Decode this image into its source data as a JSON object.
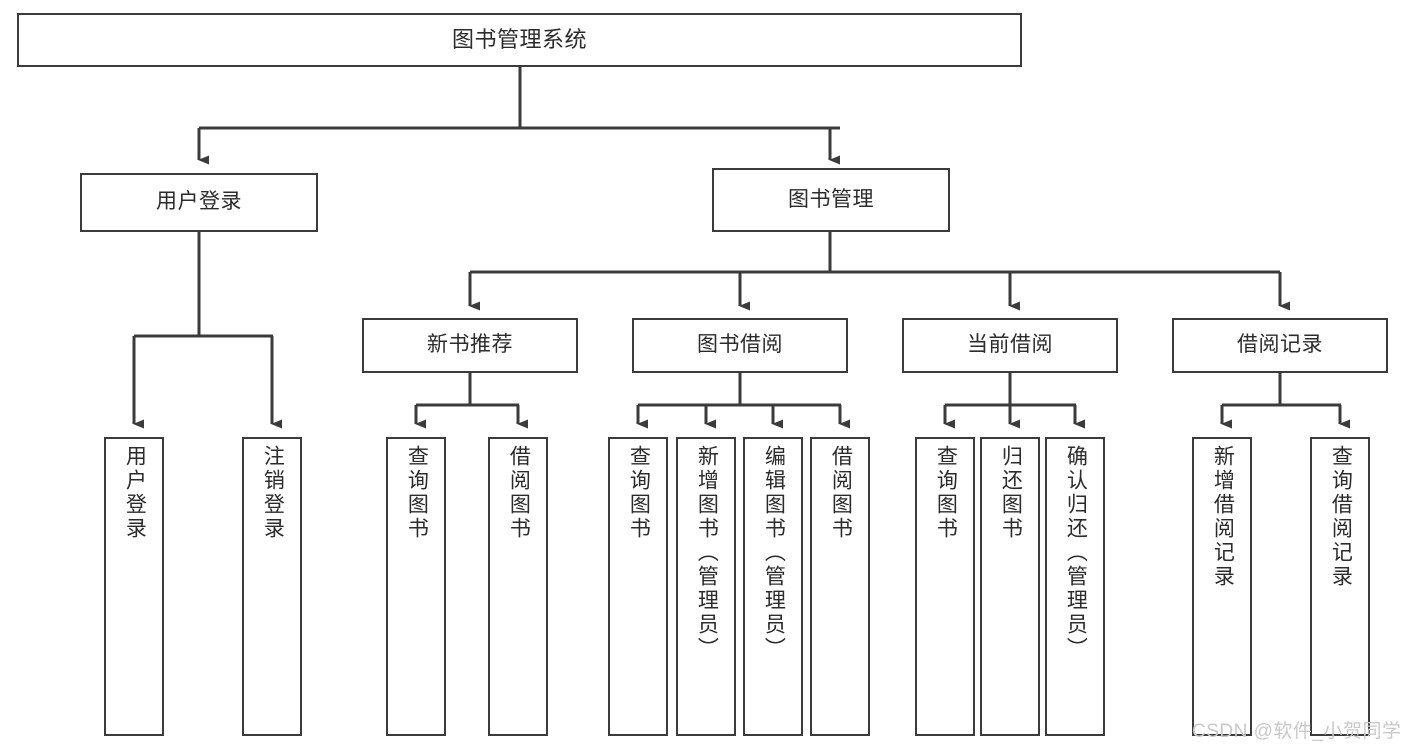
{
  "diagram": {
    "title": "图书管理系统",
    "type": "hierarchy-tree",
    "orientation": "top-down",
    "style": {
      "box_border_color": "#3b3b3b",
      "box_fill_color": "#ffffff",
      "text_color": "#2b2b2b",
      "connector_color": "#3b3b3b",
      "background_color": "#ffffff"
    },
    "levels": [
      {
        "level": 1,
        "nodes": [
          {
            "id": "root",
            "label": "图书管理系统"
          }
        ]
      },
      {
        "level": 2,
        "nodes": [
          {
            "id": "user-login",
            "label": "用户登录",
            "parent": "root"
          },
          {
            "id": "book-management",
            "label": "图书管理",
            "parent": "root"
          }
        ]
      },
      {
        "level": 3,
        "nodes": [
          {
            "id": "new-book-recommend",
            "label": "新书推荐",
            "parent": "book-management"
          },
          {
            "id": "book-borrow",
            "label": "图书借阅",
            "parent": "book-management"
          },
          {
            "id": "current-borrow",
            "label": "当前借阅",
            "parent": "book-management"
          },
          {
            "id": "borrow-record",
            "label": "借阅记录",
            "parent": "book-management"
          }
        ]
      },
      {
        "level": 4,
        "nodes": [
          {
            "id": "leaf-user-login",
            "label": "用户登录",
            "parent": "user-login"
          },
          {
            "id": "leaf-user-logout",
            "label": "注销登录",
            "parent": "user-login"
          },
          {
            "id": "leaf-query-book-1",
            "label": "查询图书",
            "parent": "new-book-recommend"
          },
          {
            "id": "leaf-borrow-book-1",
            "label": "借阅图书",
            "parent": "new-book-recommend"
          },
          {
            "id": "leaf-query-book-2",
            "label": "查询图书",
            "parent": "book-borrow"
          },
          {
            "id": "leaf-add-book",
            "label": "新增图书（管理员）",
            "parent": "book-borrow"
          },
          {
            "id": "leaf-edit-book",
            "label": "编辑图书（管理员）",
            "parent": "book-borrow"
          },
          {
            "id": "leaf-borrow-book-2",
            "label": "借阅图书",
            "parent": "book-borrow"
          },
          {
            "id": "leaf-query-book-3",
            "label": "查询图书",
            "parent": "current-borrow"
          },
          {
            "id": "leaf-return-book",
            "label": "归还图书",
            "parent": "current-borrow"
          },
          {
            "id": "leaf-confirm-return",
            "label": "确认归还（管理员）",
            "parent": "current-borrow"
          },
          {
            "id": "leaf-add-record",
            "label": "新增借阅记录",
            "parent": "borrow-record"
          },
          {
            "id": "leaf-query-record",
            "label": "查询借阅记录",
            "parent": "borrow-record"
          }
        ]
      }
    ]
  },
  "watermark": {
    "text": "CSDN @软件_小贺同学"
  }
}
